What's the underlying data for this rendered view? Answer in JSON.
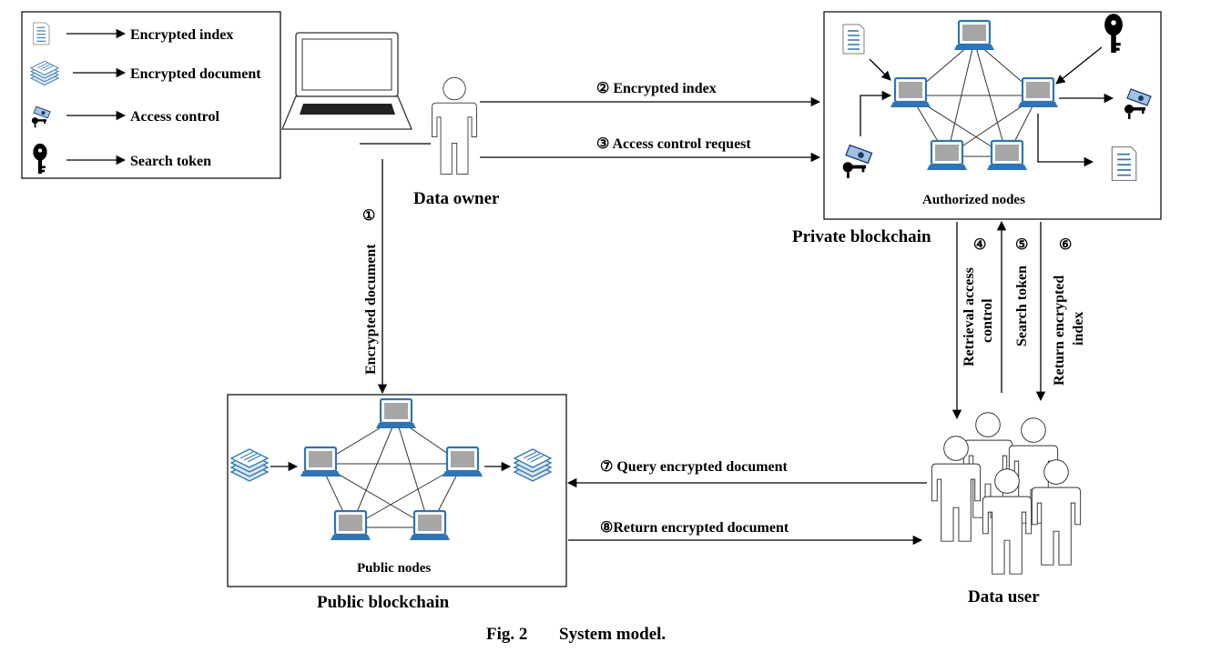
{
  "legend": {
    "items": [
      {
        "icon": "document-icon",
        "label": "Encrypted index"
      },
      {
        "icon": "document-stack-icon",
        "label": "Encrypted document"
      },
      {
        "icon": "key-lock-icon",
        "label": "Access control"
      },
      {
        "icon": "key-icon",
        "label": "Search token"
      }
    ]
  },
  "actors": {
    "data_owner": "Data owner",
    "data_user": "Data user"
  },
  "private_blockchain": {
    "title": "Private blockchain",
    "nodes_label": "Authorized nodes"
  },
  "public_blockchain": {
    "title": "Public blockchain",
    "nodes_label": "Public nodes"
  },
  "steps": {
    "s1_num": "①",
    "s1_label": "Encrypted document",
    "s2": "② Encrypted index",
    "s3": "③ Access control request",
    "s4_num": "④",
    "s4_line1": "Retrieval access",
    "s4_line2": "control",
    "s5_num": "⑤",
    "s5_label": "Search token",
    "s6_num": "⑥",
    "s6_line1": "Return encrypted",
    "s6_line2": "index",
    "s7": "⑦ Query encrypted document",
    "s8": "⑧Return encrypted document"
  },
  "caption": {
    "fig": "Fig. 2",
    "text": "System model."
  },
  "colors": {
    "node_blue": "#2e75b6",
    "screen_gray": "#a6a6a6",
    "line": "#000000"
  }
}
